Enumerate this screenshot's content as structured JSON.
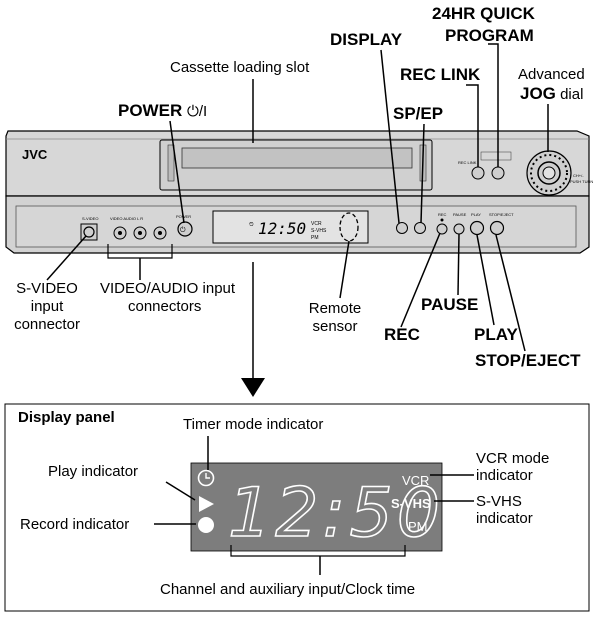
{
  "callouts": {
    "quick_program_1": "24HR QUICK",
    "quick_program_2": "PROGRAM",
    "display": "DISPLAY",
    "rec_link": "REC LINK",
    "cassette_slot": "Cassette loading slot",
    "advanced": "Advanced",
    "jog": "JOG",
    "dial": "dial",
    "power": "POWER",
    "power_symbol": "⏻/I",
    "sp_ep": "SP/EP",
    "svideo_1": "S-VIDEO",
    "svideo_2": "input",
    "svideo_3": "connector",
    "va_1": "VIDEO/AUDIO input",
    "va_2": "connectors",
    "remote_1": "Remote",
    "remote_2": "sensor",
    "pause": "PAUSE",
    "rec": "REC",
    "play": "PLAY",
    "stop_eject": "STOP/EJECT"
  },
  "vcr_front": {
    "brand": "JVC",
    "svideo_small": "S-VIDEO",
    "power_small": "POWER",
    "display_time": "12:50",
    "display_vcr": "VCR",
    "display_svhs": "S-VHS",
    "display_pm": "PM",
    "rec_small": "REC",
    "pause_small": "PAUSE",
    "play_small": "PLAY",
    "stop_small": "STOP/EJECT",
    "shuttle_small": "CH+/-",
    "push_small": "PUSH TURN"
  },
  "display_panel": {
    "title": "Display panel",
    "timer": "Timer mode indicator",
    "play": "Play indicator",
    "record": "Record indicator",
    "vcr_1": "VCR mode",
    "vcr_2": "indicator",
    "svhs_1": "S-VHS",
    "svhs_2": "indicator",
    "channel": "Channel and auxiliary input/Clock time",
    "time": "12:50",
    "vcr": "VCR",
    "svhs": "S-VHS",
    "pm": "PM"
  }
}
